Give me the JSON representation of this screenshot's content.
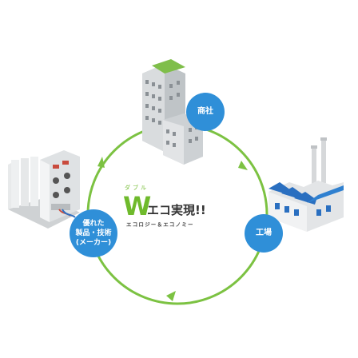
{
  "center": {
    "ruby": "ダブル",
    "w": "W",
    "title": "エコ実現!!",
    "subtitle": "エコロジー＆エコノミー"
  },
  "nodes": {
    "trading": "商社",
    "factory": "工場",
    "maker": "優れた\n製品・技術\n(メーカー)"
  },
  "colors": {
    "cycle": "#7cc242",
    "node": "#2f8fd8",
    "accent": "#6fba2c"
  },
  "icons": {
    "office": "office-building-icon",
    "factory": "factory-icon",
    "machine": "industrial-machine-icon"
  }
}
